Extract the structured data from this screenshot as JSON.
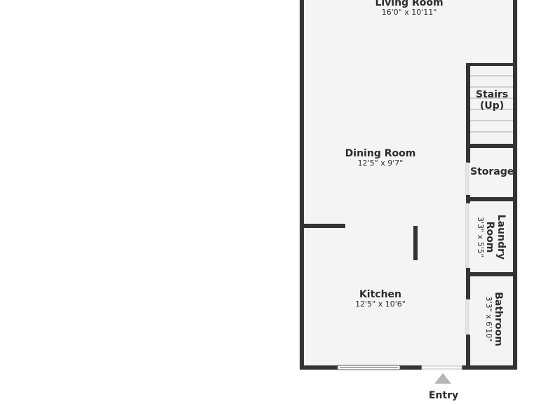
{
  "rooms": {
    "living": {
      "name": "Living Room",
      "dims": "16'0\" x 10'11\""
    },
    "dining": {
      "name": "Dining Room",
      "dims": "12'5\" x 9'7\""
    },
    "stairs": {
      "name_line1": "Stairs",
      "name_line2": "(Up)"
    },
    "storage": {
      "name": "Storage"
    },
    "laundry": {
      "name_line1": "Laundry",
      "name_line2": "Room",
      "dims": "3'3\" x 5'5\""
    },
    "kitchen": {
      "name": "Kitchen",
      "dims": "12'5\" x 10'6\""
    },
    "bathroom": {
      "name": "Bathroom",
      "dims": "3'3\" x 6'10\""
    },
    "entry": {
      "name": "Entry"
    }
  },
  "colors": {
    "wall": "#333333",
    "floor": "#f4f4f4",
    "text": "#2b2b2b",
    "arrow": "#b5b5b5"
  }
}
